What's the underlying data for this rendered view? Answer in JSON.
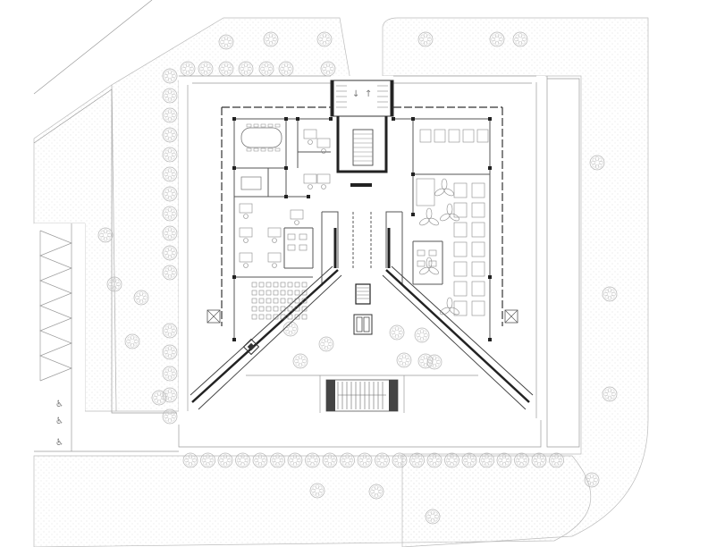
{
  "palette": {
    "wall": "#222222",
    "thin_line": "#9a9a9a",
    "landscape_stipple": "#cfcfcf",
    "background": "#ffffff"
  },
  "entrance_arrows": [
    "↓",
    "↑"
  ],
  "symbols": {
    "accessible_parking": "accessible-parking-icon",
    "tree": "tree-symbol",
    "stairs": "stair-symbol",
    "elevator": "elevator-symbol",
    "conference_table": "conference-table-symbol",
    "workstation": "workstation-symbol"
  }
}
